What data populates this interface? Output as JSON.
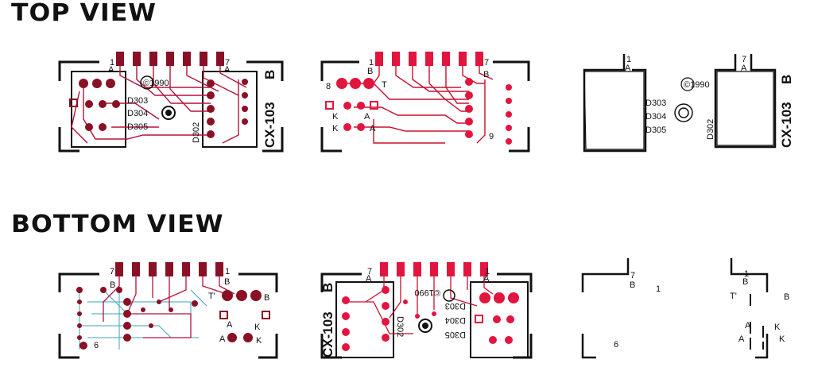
{
  "headings": {
    "top": "TOP VIEW",
    "bottom": "BOTTOM VIEW"
  },
  "colors": {
    "trace_red": "#b5123a",
    "pad_red": "#e2153f",
    "trace_teal": "#3aa5b5",
    "outline": "#111111"
  },
  "labels": {
    "one": "1",
    "seven": "7",
    "a": "A",
    "b": "B",
    "k": "K",
    "t": "T",
    "six": "6",
    "nine": "9",
    "eight": "8",
    "copyright": "©1990",
    "d302": "D302",
    "d303": "D303",
    "d304": "D304",
    "d305": "D305",
    "board": "CX-103",
    "board_rev": "B",
    "t_prime": "T'"
  }
}
